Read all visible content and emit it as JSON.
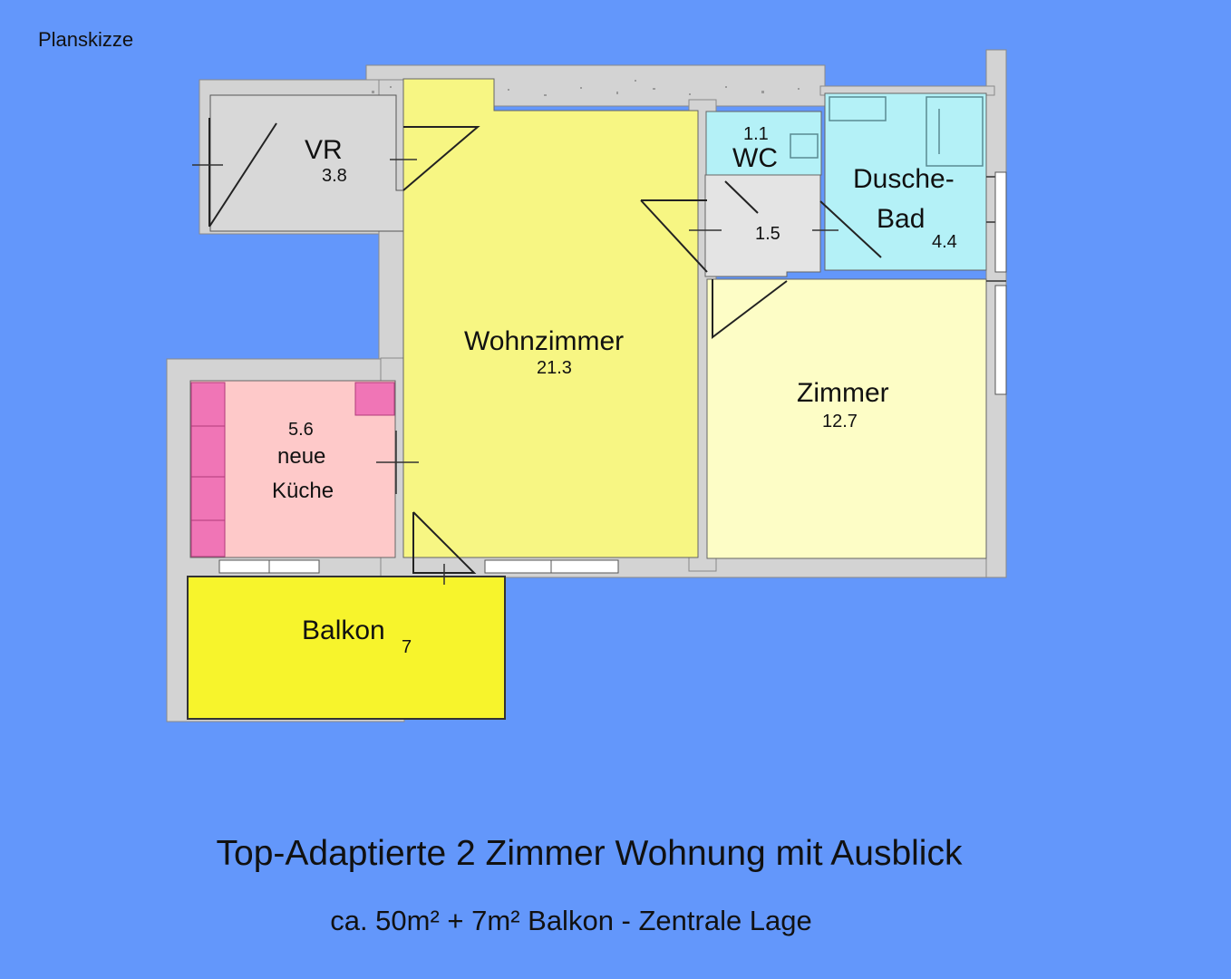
{
  "header": {
    "sketch_label": "Planskizze"
  },
  "rooms": {
    "vr": {
      "name": "VR",
      "area": "3.8"
    },
    "wc": {
      "name": "WC",
      "area": "1.1"
    },
    "hall": {
      "area": "1.5"
    },
    "bath": {
      "name_line1": "Dusche-",
      "name_line2": "Bad",
      "area": "4.4"
    },
    "living": {
      "name": "Wohnzimmer",
      "area": "21.3"
    },
    "kitchen": {
      "area": "5.6",
      "name_line1": "neue",
      "name_line2": "Küche"
    },
    "bedroom": {
      "name": "Zimmer",
      "area": "12.7"
    },
    "balcony": {
      "name": "Balkon",
      "area": "7"
    }
  },
  "footer": {
    "title": "Top-Adaptierte 2 Zimmer Wohnung mit Ausblick",
    "subtitle": "ca. 50m² + 7m² Balkon - Zentrale Lage"
  },
  "colors": {
    "background": "#6397fb",
    "wall": "#d3d3d3",
    "living": "#f7f683",
    "bedroom": "#fdfdc6",
    "wet_rooms": "#b4f1f7",
    "kitchen": "#fec9c9",
    "kitchen_cabinets": "#f075b6",
    "balcony": "#f7f42c",
    "hall": "#e4e4e4"
  }
}
